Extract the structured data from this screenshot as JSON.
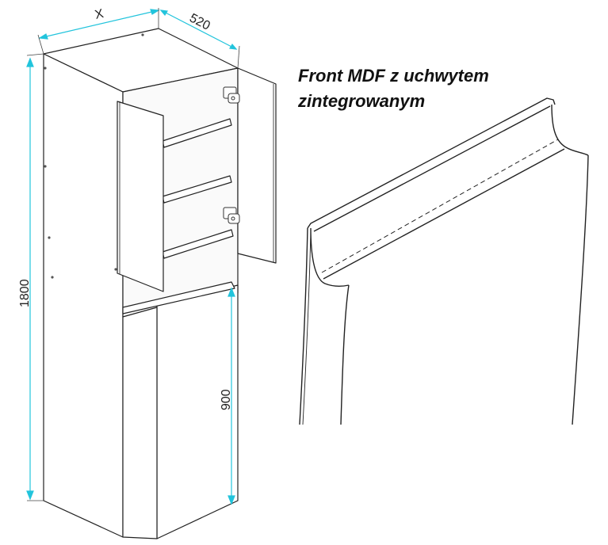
{
  "dimensions": {
    "width_label": "X",
    "depth_label": "520",
    "height_label": "1800",
    "opening_label": "900"
  },
  "caption": {
    "line1": "Front MDF z uchwytem",
    "line2": "zintegrowanym"
  },
  "colors": {
    "outline": "#222222",
    "dimension": "#22c4dc",
    "panel": "#ffffff"
  }
}
